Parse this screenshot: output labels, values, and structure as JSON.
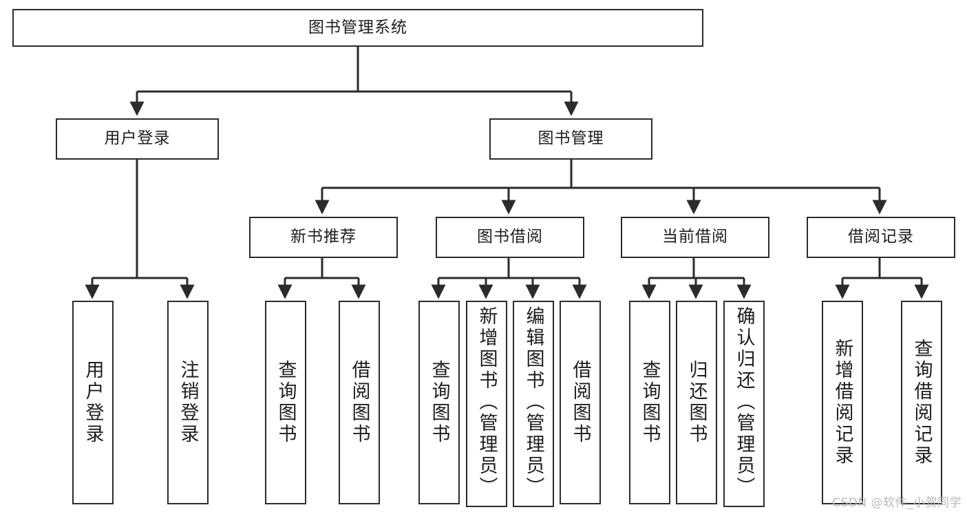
{
  "diagram": {
    "title": "图书管理系统",
    "type": "tree-hierarchy-chart",
    "watermark": "CSDN @软件_小贺同学",
    "colors": {
      "stroke": "#2b2b2b",
      "fill": "#ffffff",
      "text": "#1d1d1d",
      "watermark": "#b9b9b9"
    },
    "levels": {
      "root": {
        "id": "root",
        "label": "图书管理系统"
      },
      "level2": [
        {
          "id": "user-login",
          "label": "用户登录"
        },
        {
          "id": "book-manage",
          "label": "图书管理"
        }
      ],
      "level3": [
        {
          "id": "new-book-recommend",
          "label": "新书推荐",
          "parent": "book-manage"
        },
        {
          "id": "book-borrow",
          "label": "图书借阅",
          "parent": "book-manage"
        },
        {
          "id": "current-borrow",
          "label": "当前借阅",
          "parent": "book-manage"
        },
        {
          "id": "borrow-record",
          "label": "借阅记录",
          "parent": "book-manage"
        }
      ],
      "leaves": [
        {
          "id": "leaf-user-login",
          "label": "用户登录",
          "parent": "user-login"
        },
        {
          "id": "leaf-logout",
          "label": "注销登录",
          "parent": "user-login"
        },
        {
          "id": "leaf-query-book-1",
          "label": "查询图书",
          "parent": "new-book-recommend"
        },
        {
          "id": "leaf-borrow-book-1",
          "label": "借阅图书",
          "parent": "new-book-recommend"
        },
        {
          "id": "leaf-query-book-2",
          "label": "查询图书",
          "parent": "book-borrow"
        },
        {
          "id": "leaf-add-book",
          "label": "新增图书（管理员）",
          "parent": "book-borrow"
        },
        {
          "id": "leaf-edit-book",
          "label": "编辑图书（管理员）",
          "parent": "book-borrow"
        },
        {
          "id": "leaf-borrow-book-2",
          "label": "借阅图书",
          "parent": "book-borrow"
        },
        {
          "id": "leaf-query-book-3",
          "label": "查询图书",
          "parent": "current-borrow"
        },
        {
          "id": "leaf-return-book",
          "label": "归还图书",
          "parent": "current-borrow"
        },
        {
          "id": "leaf-confirm-return",
          "label": "确认归还（管理员）",
          "parent": "current-borrow"
        },
        {
          "id": "leaf-add-record",
          "label": "新增借阅记录",
          "parent": "borrow-record"
        },
        {
          "id": "leaf-query-record",
          "label": "查询借阅记录",
          "parent": "borrow-record"
        }
      ]
    }
  }
}
